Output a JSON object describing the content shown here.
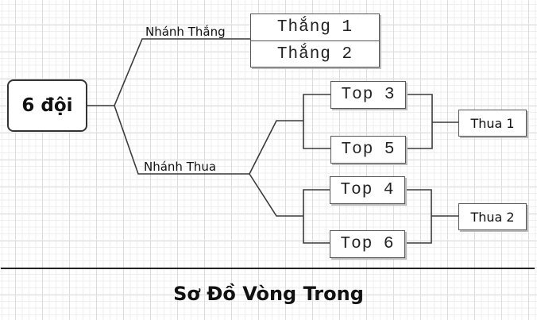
{
  "root": {
    "label": "6 đội"
  },
  "branches": {
    "winners": {
      "label": "Nhánh Thắng",
      "items": [
        "Thắng 1",
        "Thắng 2"
      ]
    },
    "losers": {
      "label": "Nhánh Thua",
      "matches": [
        {
          "teams": [
            "Top 3",
            "Top 5"
          ],
          "result": "Thua 1"
        },
        {
          "teams": [
            "Top 4",
            "Top 6"
          ],
          "result": "Thua 2"
        }
      ]
    }
  },
  "title": "Sơ Đồ Vòng Trong",
  "colors": {
    "line": "#333333",
    "grid_major": "#dcdcdc",
    "grid_minor": "#efefef"
  }
}
